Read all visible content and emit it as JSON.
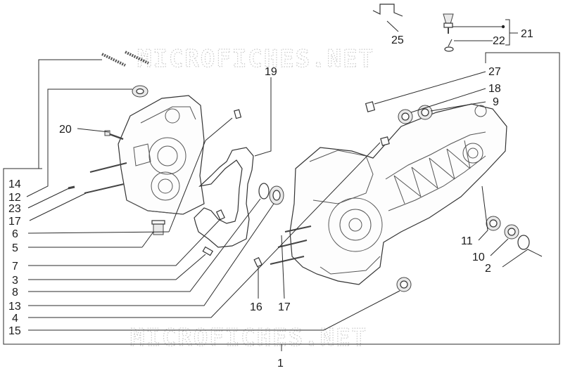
{
  "watermark": "MICROFICHES.NET",
  "callouts": {
    "c1": "1",
    "c2": "2",
    "c3": "3",
    "c4": "4",
    "c5": "5",
    "c6": "6",
    "c7": "7",
    "c8": "8",
    "c9": "9",
    "c10": "10",
    "c11": "11",
    "c12": "12",
    "c13": "13",
    "c14": "14",
    "c15": "15",
    "c16": "16",
    "c17a": "17",
    "c17b": "17",
    "c18": "18",
    "c19": "19",
    "c20": "20",
    "c21": "21",
    "c22": "22",
    "c23": "23",
    "c25": "25",
    "c27": "27"
  }
}
